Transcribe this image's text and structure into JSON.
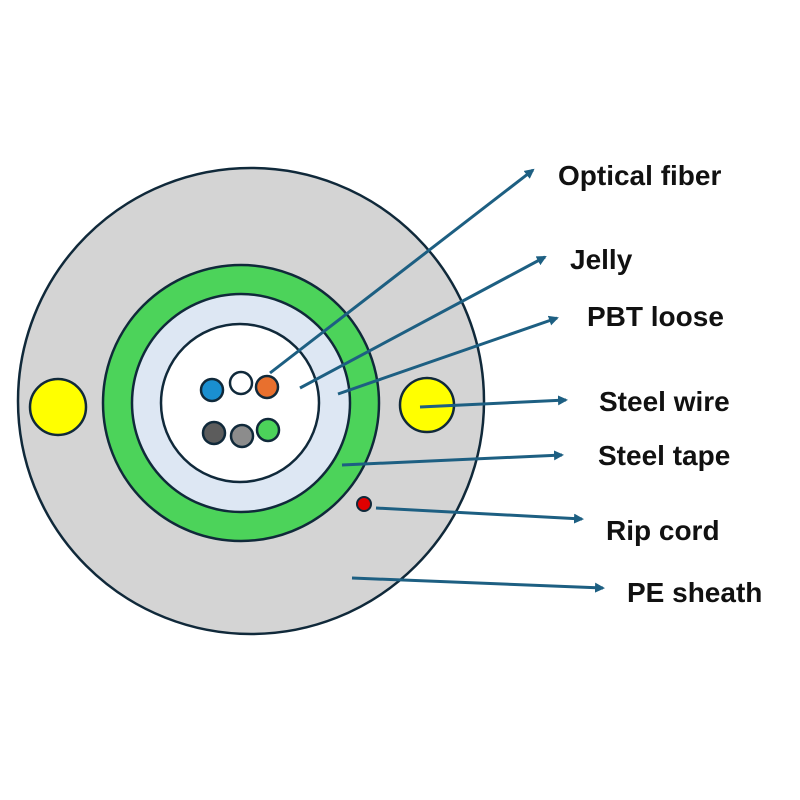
{
  "labels": {
    "optical_fiber": "Optical fiber",
    "jelly": "Jelly",
    "pbt_loose": "PBT loose",
    "steel_wire": "Steel wire",
    "steel_tape": "Steel tape",
    "rip_cord": "Rip cord",
    "pe_sheath": "PE sheath"
  },
  "colors": {
    "sheath": "#d4d4d4",
    "steel_tape": "#4cd35a",
    "pbt_tube": "#dde7f3",
    "jelly": "#ffffff",
    "steel_wire": "#ffff00",
    "rip_cord": "#e00000",
    "leader": "#1d5f82",
    "outline": "#10293a",
    "fibers": [
      "#1a8fd0",
      "#ffffff",
      "#e8702e",
      "#5c5c5c",
      "#8c8c8c",
      "#4cd35a"
    ]
  }
}
